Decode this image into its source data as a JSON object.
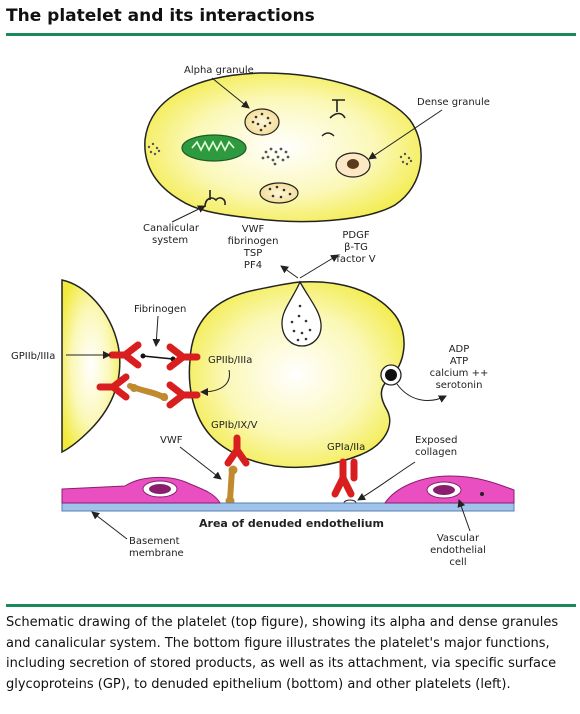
{
  "title": "The platelet and its interactions",
  "labels": {
    "alpha_granule": "Alpha granule",
    "dense_granule": "Dense granule",
    "canalicular_1": "Canalicular",
    "canalicular_2": "system",
    "secreted_alpha_1": "VWF",
    "secreted_alpha_2": "fibrinogen",
    "secreted_alpha_3": "TSP",
    "secreted_alpha_4": "PF4",
    "secreted_other_1": "PDGF",
    "secreted_other_2": "β-TG",
    "secreted_other_3": "factor V",
    "fibrinogen": "Fibrinogen",
    "gpiib_left": "GPIIb/IIIa",
    "gpiib_right": "GPIIb/IIIa",
    "adp": "ADP",
    "atp": "ATP",
    "calcium": "calcium ++",
    "serotonin": "serotonin",
    "gpib": "GPIb/IX/V",
    "vwf": "VWF",
    "gpia": "GPIa/IIa",
    "exposed_1": "Exposed",
    "exposed_2": "collagen",
    "area": "Area of denuded endothelium",
    "basement_1": "Basement",
    "basement_2": "membrane",
    "vascular_1": "Vascular",
    "vascular_2": "endothelial",
    "vascular_3": "cell"
  },
  "caption": "Schematic drawing of the platelet (top figure), showing its alpha and dense granules and canalicular system. The bottom figure illustrates the platelet's major functions, including secretion of stored products, as well as its attachment, via specific surface glycoproteins (GP), to denuded epithelium (bottom) and other platelets (left).",
  "colors": {
    "accent_rule": "#1a8a5a",
    "platelet_fill": "#f7f27a",
    "receptor_red": "#d81e1e",
    "vwf_brown": "#c08a2e",
    "endothelial_pink": "#e94fc0",
    "membrane_blue": "#9fc3ea"
  }
}
